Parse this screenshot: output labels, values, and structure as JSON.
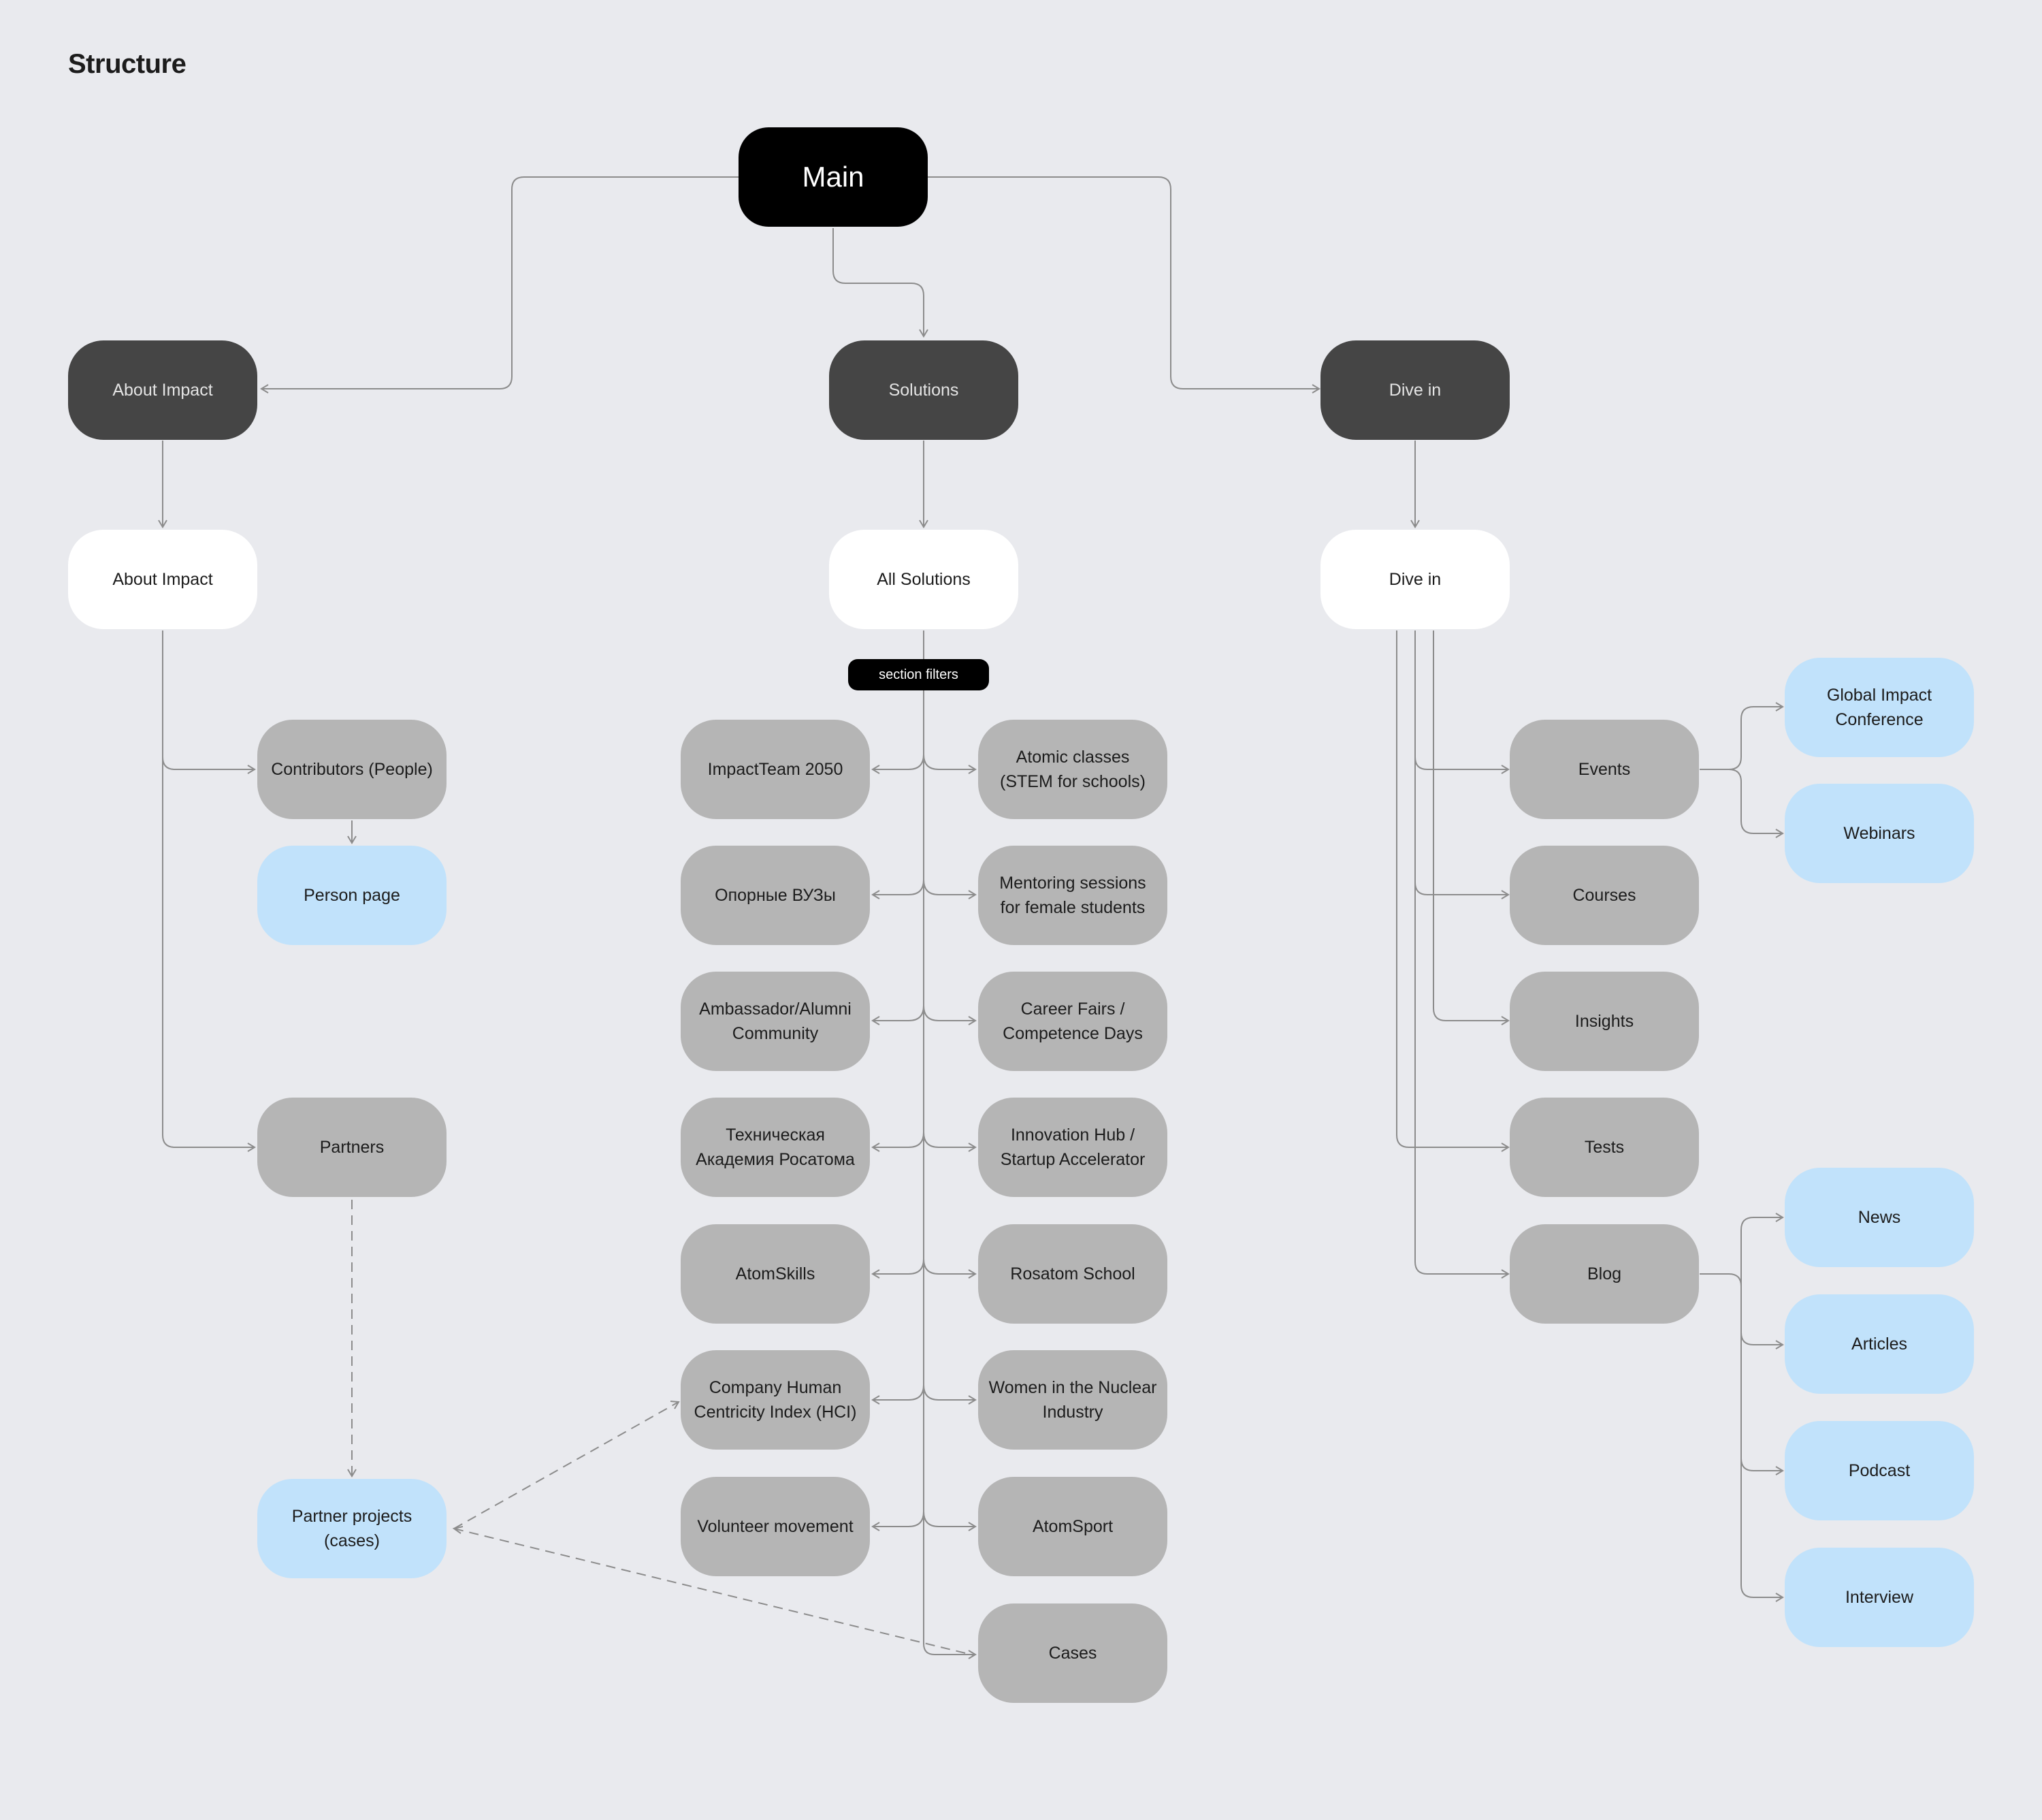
{
  "page": {
    "title": "Structure"
  },
  "main": "Main",
  "sections": {
    "about": "About Impact",
    "solutions": "Solutions",
    "dive": "Dive in"
  },
  "pages": {
    "about": "About Impact",
    "solutions": "All Solutions",
    "dive": "Dive in"
  },
  "section_filters": "section filters",
  "about_children": {
    "contributors": "Contributors (People)",
    "person_page": "Person page",
    "partners": "Partners",
    "partner_projects": "Partner projects\n(cases)"
  },
  "solutions_left": [
    "ImpactTeam 2050",
    "Опорные ВУЗы",
    "Ambassador/Alumni\nCommunity",
    "Техническая\nАкадемия Росатома",
    "AtomSkills",
    "Company Human\nCentricity Index (HCI)",
    "Volunteer movement"
  ],
  "solutions_right": [
    "Atomic classes\n(STEM for schools)",
    "Mentoring sessions\nfor female students",
    "Career Fairs /\nCompetence Days",
    "Innovation Hub /\nStartup Accelerator",
    "Rosatom School",
    "Women in the Nuclear\nIndustry",
    "AtomSport",
    "Cases"
  ],
  "dive_children": [
    "Events",
    "Courses",
    "Insights",
    "Tests",
    "Blog"
  ],
  "events_children": [
    "Global Impact\nConference",
    "Webinars"
  ],
  "blog_children": [
    "News",
    "Articles",
    "Podcast",
    "Interview"
  ],
  "colors": {
    "background": "#e9eaee",
    "main": "#000000",
    "section": "#454545",
    "page": "#ffffff",
    "item": "#b5b5b5",
    "leaf": "#c1e2fb",
    "connector": "#8c8c8c"
  }
}
